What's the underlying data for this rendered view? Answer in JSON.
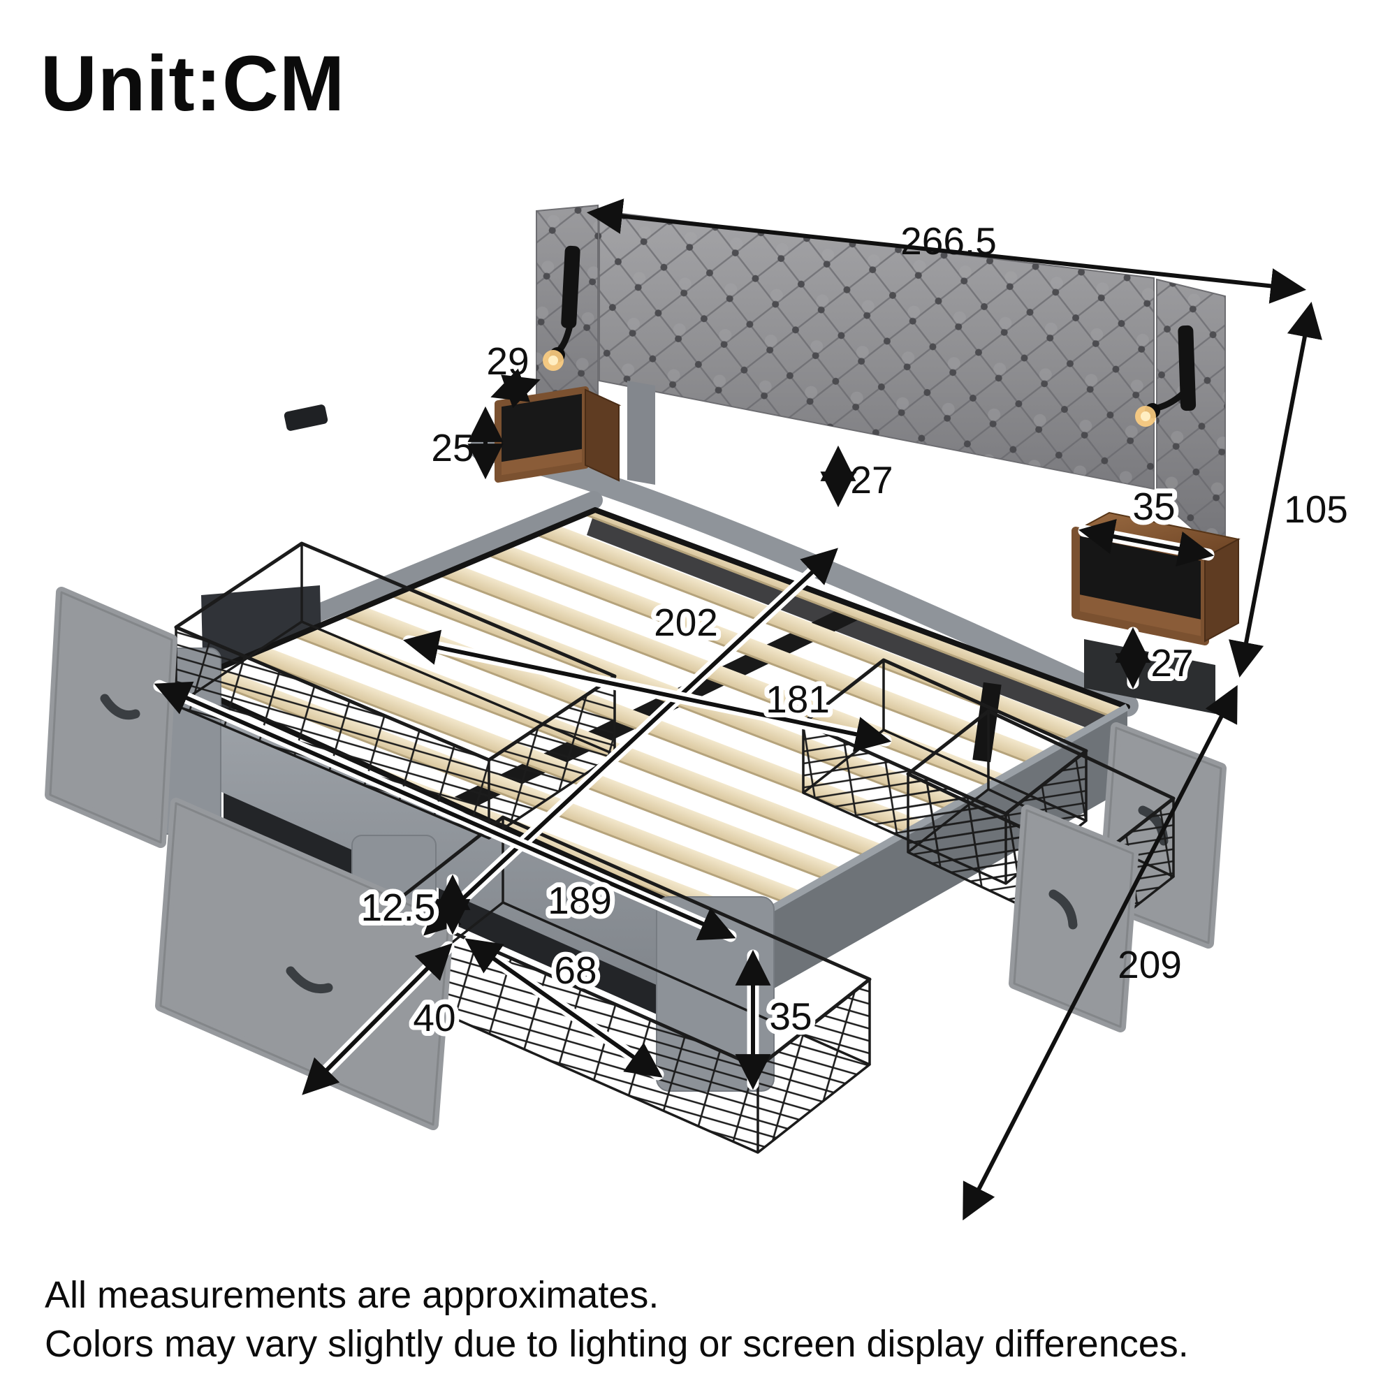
{
  "title": "Unit:CM",
  "footer": {
    "line1": "All measurements are approximates.",
    "line2": "Colors may vary slightly due to lighting or screen display differences."
  },
  "dimensions": {
    "total_width": "266.5",
    "total_height": "105",
    "total_depth": "209",
    "shelf_depth": "29",
    "shelf_height": "25",
    "shelf_width": "35",
    "headboard_gap": "27",
    "shelf_floor_gap": "27",
    "slat_length": "202",
    "inner_width": "181",
    "outer_width": "189",
    "basket_height": "12.5",
    "basket_length": "68",
    "basket_width": "40",
    "footboard_height": "35"
  },
  "colors": {
    "background": "#ffffff",
    "text": "#0f0f0f",
    "dimension_lines": "#101010",
    "upholstery_gray": "#8f9194",
    "wood_walnut": "#7b5130",
    "slat_wood": "#e9dcba",
    "metal_black": "#1a1a1a"
  }
}
